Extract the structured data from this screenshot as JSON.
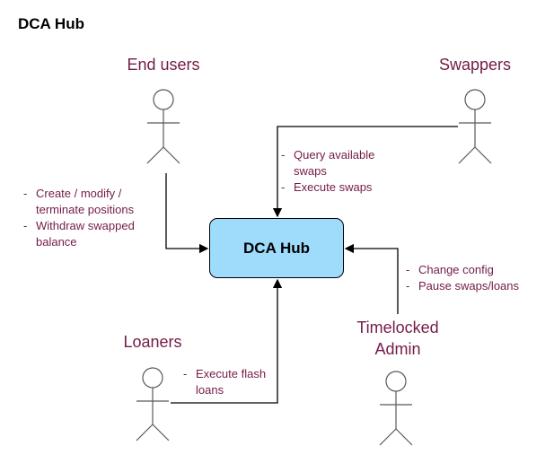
{
  "title": "DCA Hub",
  "hub_label": "DCA Hub",
  "actors": {
    "end_users": "End users",
    "swappers": "Swappers",
    "loaners": "Loaners",
    "admin_line1": "Timelocked",
    "admin_line2": "Admin"
  },
  "notes": {
    "end_users": [
      {
        "line1": "Create / modify /",
        "line2": "terminate positions"
      },
      {
        "line1": "Withdraw swapped",
        "line2": "balance"
      }
    ],
    "swappers": [
      {
        "line1": "Query available",
        "line2": "swaps"
      },
      {
        "line1": "Execute swaps",
        "line2": ""
      }
    ],
    "admin": [
      {
        "line1": "Change config",
        "line2": ""
      },
      {
        "line1": "Pause swaps/loans",
        "line2": ""
      }
    ],
    "loaners": [
      {
        "line1": "Execute flash",
        "line2": "loans"
      }
    ]
  },
  "colors": {
    "text_accent": "#741b47",
    "hub_fill": "#9fdcfc",
    "line": "#000000",
    "actor_stroke": "#595959"
  }
}
